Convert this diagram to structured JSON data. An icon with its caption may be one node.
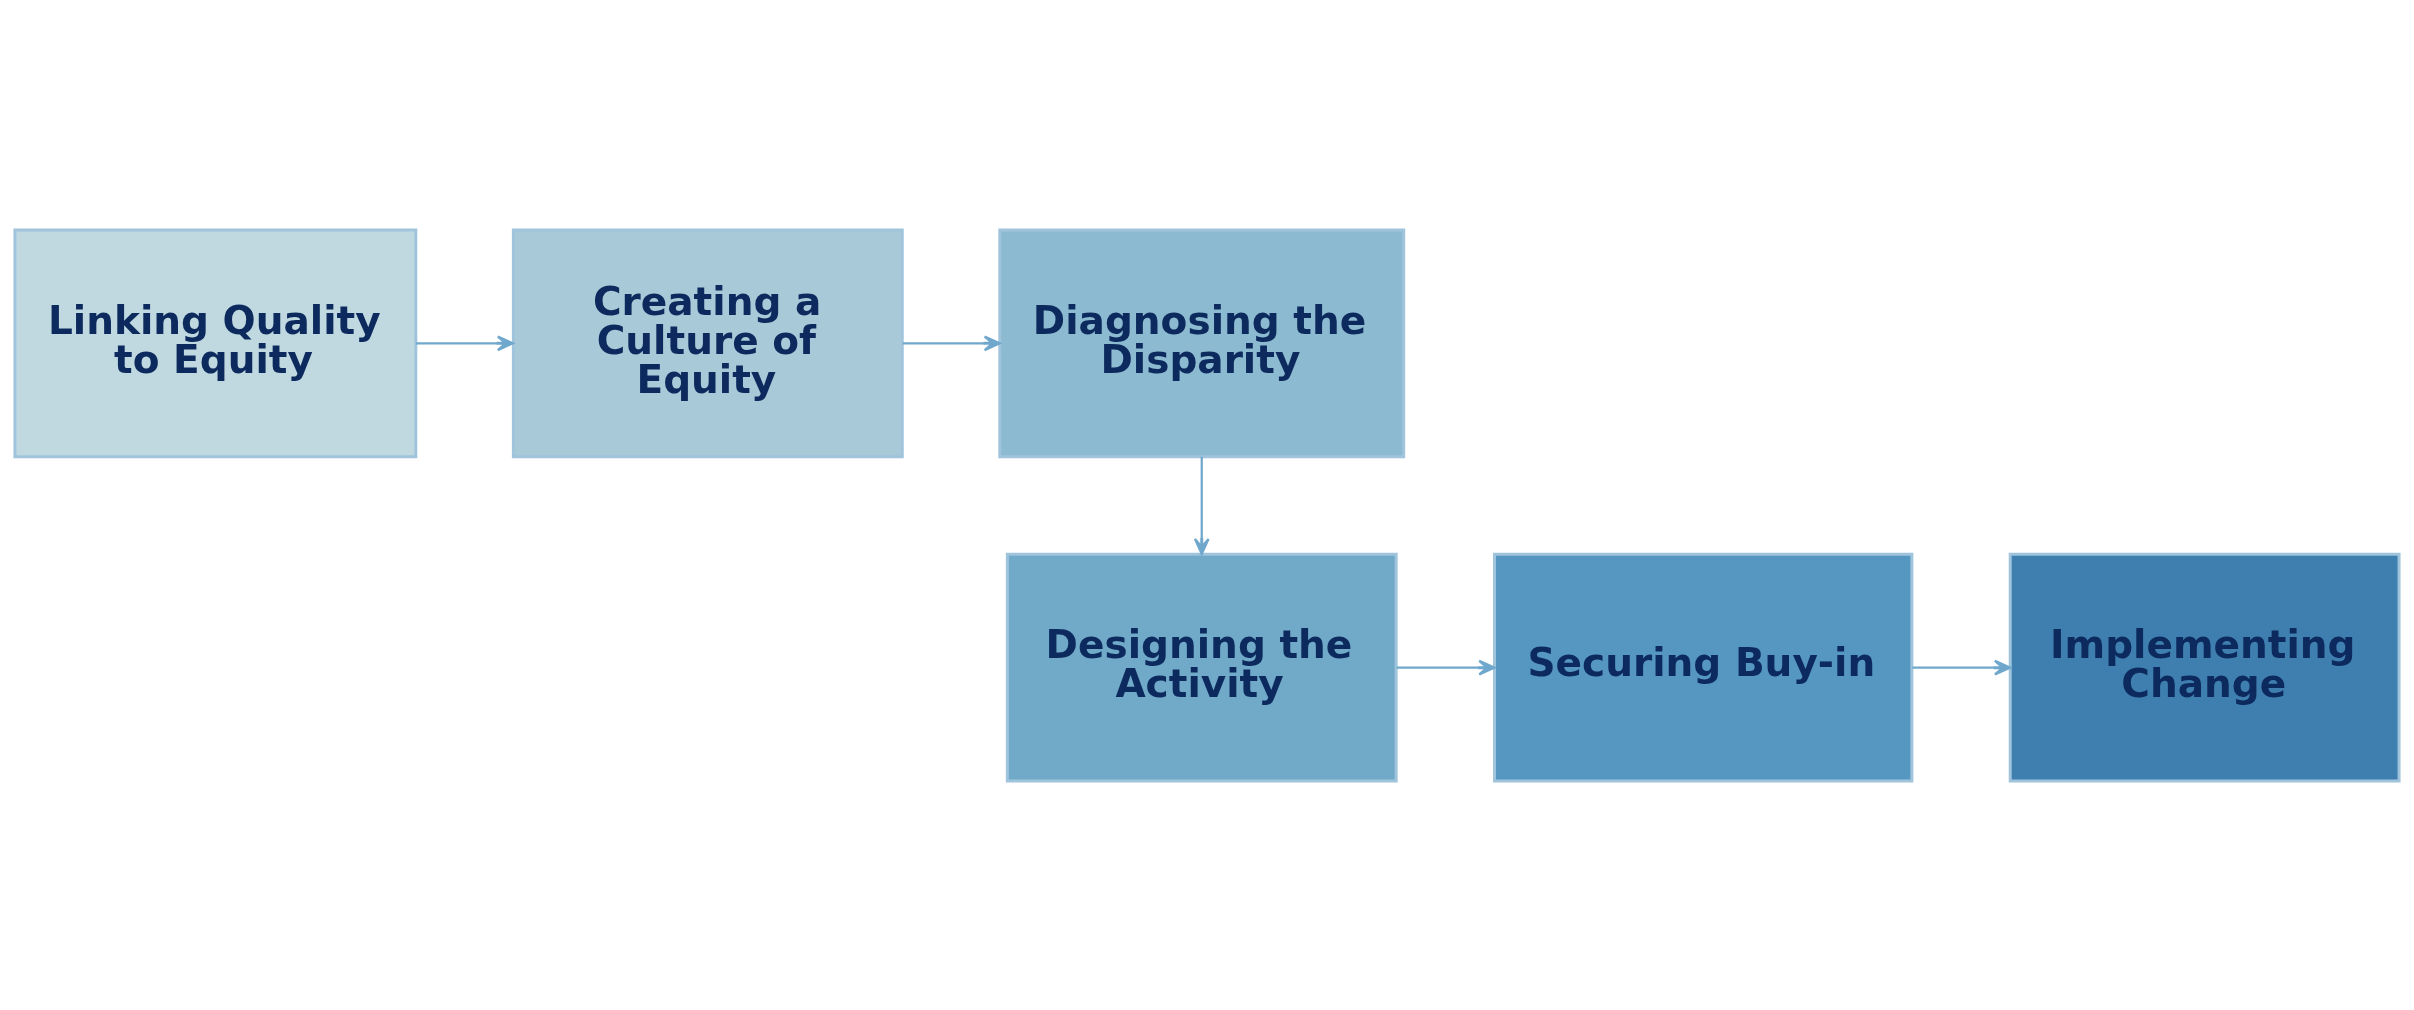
{
  "diagram": {
    "nodes": [
      {
        "text": [
          "Linking Quality to Equity"
        ]
      },
      {
        "text": [
          "Creating a Culture of Equity"
        ]
      },
      {
        "text": [
          "Diagnosing the Disparity"
        ]
      },
      {
        "text": [
          "Designing the Activity"
        ]
      },
      {
        "text": [
          "Securing Buy-in"
        ]
      },
      {
        "text": [
          "Implementing Change"
        ]
      }
    ],
    "edges": [
      {
        "from": 0,
        "to": 1,
        "arrow": "to"
      },
      {
        "from": 1,
        "to": 2,
        "arrow": "to"
      },
      {
        "from": 2,
        "to": 3,
        "arrow": "to"
      },
      {
        "from": 3,
        "to": 4,
        "arrow": "to"
      },
      {
        "from": 4,
        "to": 5,
        "arrow": "to"
      }
    ]
  }
}
